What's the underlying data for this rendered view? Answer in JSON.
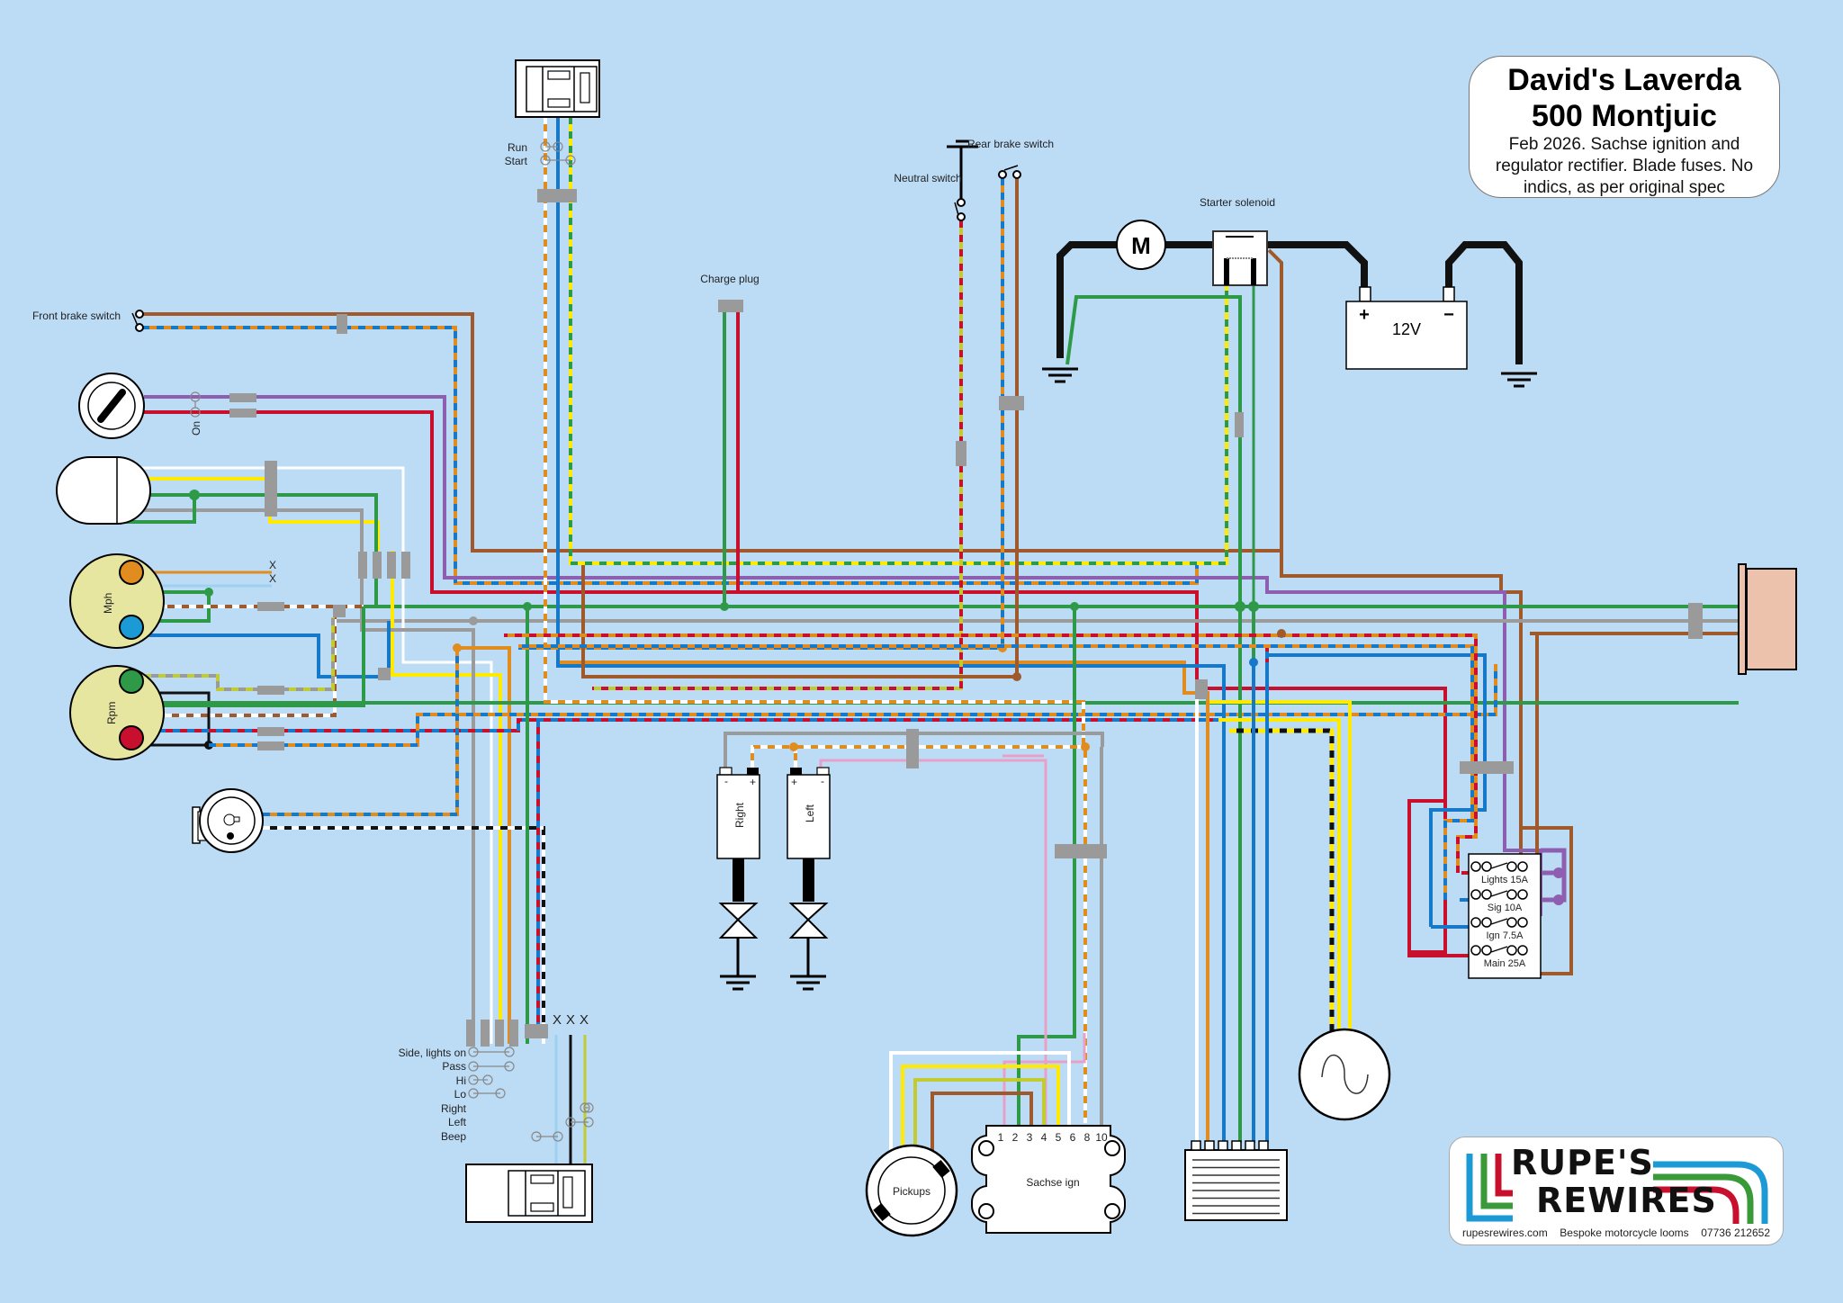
{
  "title": {
    "line1": "David's Laverda",
    "line2": "500 Montjuic",
    "subtitle": "Feb 2026. Sachse ignition and regulator rectifier. Blade fuses. No indics, as per original spec"
  },
  "logo": {
    "word1": "RUPE'S",
    "word2": "REWIRES",
    "website": "rupesrewires.com",
    "tagline": "Bespoke motorcycle looms",
    "phone": "07736 212652",
    "stripe_colors": [
      "#1c9ad6",
      "#3a9a3a",
      "#c8102e"
    ]
  },
  "components": {
    "front_brake_switch": "Front brake switch",
    "ignition_switch_on": "On",
    "mph": "Mph",
    "rpm": "Rpm",
    "unused_x": "X",
    "charge_plug": "Charge plug",
    "neutral_switch": "Neutral switch",
    "rear_brake_switch": "Rear brake switch",
    "starter_motor": "M",
    "starter_solenoid": "Starter solenoid",
    "battery": "12V",
    "battery_plus": "+",
    "battery_minus": "−",
    "coil_right": "Right",
    "coil_left": "Left",
    "coil_plus": "+",
    "coil_minus": "-",
    "pickups": "Pickups",
    "sachse_ign": "Sachse ign",
    "sachse_pins": [
      "1",
      "2",
      "3",
      "4",
      "5",
      "6",
      "8",
      "10"
    ]
  },
  "right_switchgear": {
    "positions": [
      "Run",
      "Start"
    ]
  },
  "left_switchgear": {
    "positions": [
      "Side, lights on",
      "Pass",
      "Hi",
      "Lo",
      "Right",
      "Left",
      "Beep"
    ],
    "unused": [
      "X",
      "X",
      "X"
    ]
  },
  "fuse_box": {
    "fuses": [
      {
        "label": "Lights 15A"
      },
      {
        "label": "Sig 10A"
      },
      {
        "label": "Ign 7.5A"
      },
      {
        "label": "Main 25A"
      }
    ]
  },
  "wire_colors": {
    "brown": "#a0592b",
    "purple": "#8e5fb0",
    "red": "#c8102e",
    "green": "#2e9a48",
    "grey": "#9b9b9b",
    "white": "#ffffff",
    "yellow": "#ffea00",
    "orange": "#e08c1e",
    "blue": "#1578c8",
    "light_blue": "#9ed0f0",
    "black": "#111111",
    "pink": "#e8a0c8",
    "lime": "#c2cc30",
    "connector": "#9a9a9a",
    "gauge_face": "#e6e6a0",
    "lamp": "#ecc2ac",
    "background": "#bcdcf6"
  }
}
